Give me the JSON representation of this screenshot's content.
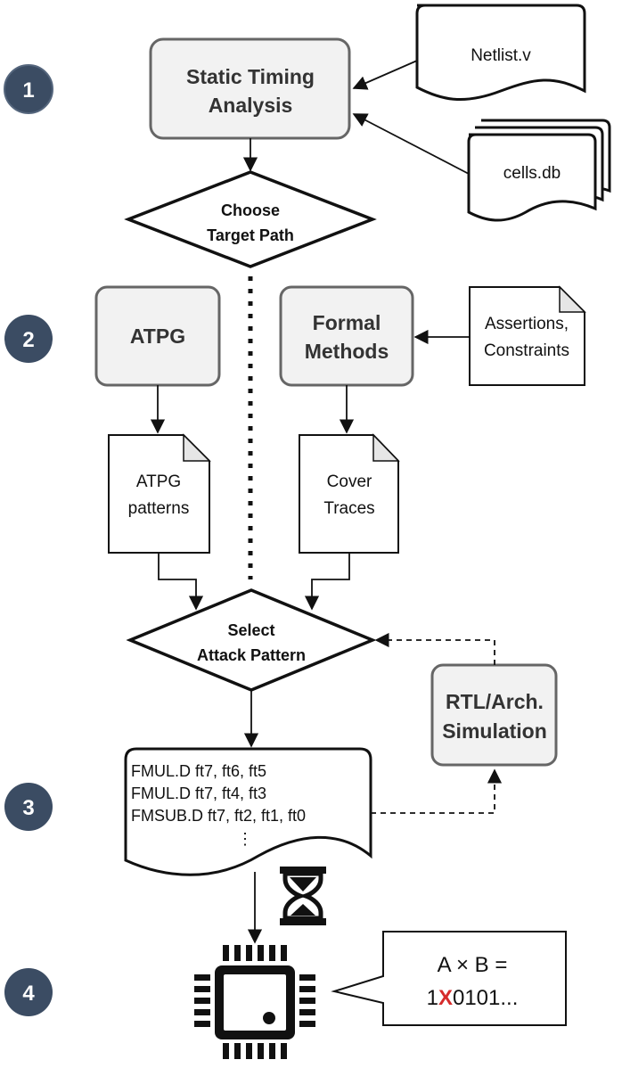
{
  "steps": [
    "1",
    "2",
    "3",
    "4"
  ],
  "colors": {
    "step_badge": "#3b4c63",
    "process_fill": "#f2f2f2",
    "process_stroke": "#666666",
    "x_highlight": "#d62b2b"
  },
  "nodes": {
    "sta": [
      "Static Timing",
      "Analysis"
    ],
    "netlist": "Netlist.v",
    "cells": "cells.db",
    "choose": [
      "Choose",
      "Target Path"
    ],
    "atpg": "ATPG",
    "formal": [
      "Formal",
      "Methods"
    ],
    "assertions": [
      "Assertions,",
      "Constraints"
    ],
    "atpg_patterns": [
      "ATPG",
      "patterns"
    ],
    "cover_traces": [
      "Cover",
      "Traces"
    ],
    "select": [
      "Select",
      "Attack Pattern"
    ],
    "rtl": [
      "RTL/Arch.",
      "Simulation"
    ],
    "code_lines": [
      "FMUL.D ft7, ft6, ft5",
      "FMUL.D ft7, ft4, ft3",
      "FMSUB.D ft7, ft2, ft1, ft0"
    ],
    "code_ellipsis": "⋮",
    "result": {
      "line1": "A × B =",
      "prefix": "1",
      "error_bit": "X",
      "suffix": "0101..."
    }
  },
  "icons": [
    "hourglass-icon",
    "chip-icon"
  ]
}
